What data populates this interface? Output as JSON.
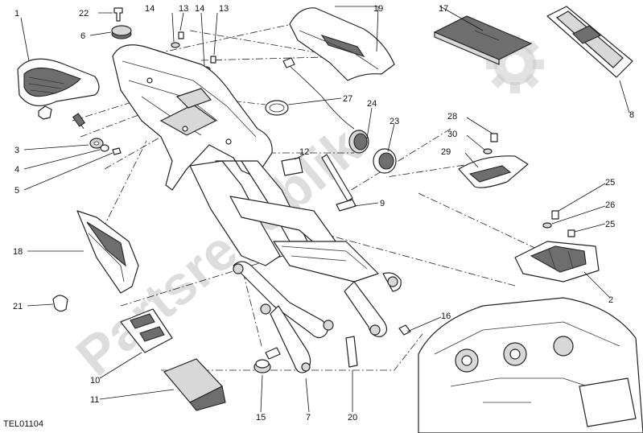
{
  "diagram_code": "TEL01104",
  "watermark": "Partsrepublik",
  "accent_color": "#222222",
  "watermark_color": "#bdbdbd",
  "callouts": [
    {
      "id": "c1",
      "text": "1"
    },
    {
      "id": "c2",
      "text": "2"
    },
    {
      "id": "c3",
      "text": "3"
    },
    {
      "id": "c4",
      "text": "4"
    },
    {
      "id": "c5",
      "text": "5"
    },
    {
      "id": "c6",
      "text": "6"
    },
    {
      "id": "c7",
      "text": "7"
    },
    {
      "id": "c8",
      "text": "8"
    },
    {
      "id": "c9",
      "text": "9"
    },
    {
      "id": "c10",
      "text": "10"
    },
    {
      "id": "c11",
      "text": "11"
    },
    {
      "id": "c12",
      "text": "12"
    },
    {
      "id": "c13a",
      "text": "13"
    },
    {
      "id": "c13b",
      "text": "13"
    },
    {
      "id": "c14a",
      "text": "14"
    },
    {
      "id": "c14b",
      "text": "14"
    },
    {
      "id": "c15",
      "text": "15"
    },
    {
      "id": "c16",
      "text": "16"
    },
    {
      "id": "c17",
      "text": "17"
    },
    {
      "id": "c18",
      "text": "18"
    },
    {
      "id": "c19",
      "text": "19"
    },
    {
      "id": "c20",
      "text": "20"
    },
    {
      "id": "c21",
      "text": "21"
    },
    {
      "id": "c22",
      "text": "22"
    },
    {
      "id": "c23",
      "text": "23"
    },
    {
      "id": "c24",
      "text": "24"
    },
    {
      "id": "c25a",
      "text": "25"
    },
    {
      "id": "c25b",
      "text": "25"
    },
    {
      "id": "c26",
      "text": "26"
    },
    {
      "id": "c27",
      "text": "27"
    },
    {
      "id": "c28",
      "text": "28"
    },
    {
      "id": "c29",
      "text": "29"
    },
    {
      "id": "c30",
      "text": "30"
    }
  ]
}
